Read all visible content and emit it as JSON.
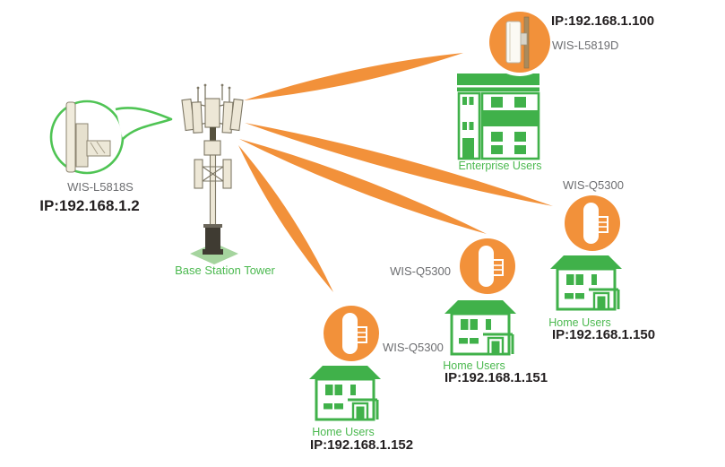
{
  "colors": {
    "beam_orange": "#F2913A",
    "circle_orange": "#F2913A",
    "building_green": "#40B14A",
    "label_green": "#4BB94F",
    "callout_green": "#4FC454",
    "gray_text": "#6D6E71",
    "black_text": "#231F20",
    "tower_cream": "#EDE7D6",
    "ground_pad_green": "#A5D49E"
  },
  "base_station": {
    "device_model": "WIS-L5818S",
    "ip": "IP:192.168.1.2",
    "tower_label": "Base Station Tower"
  },
  "nodes": [
    {
      "type": "enterprise",
      "device_model": "WIS-L5819D",
      "ip": "IP:192.168.1.100",
      "user_label": "Enterprise Users"
    },
    {
      "type": "home",
      "device_model": "WIS-Q5300",
      "ip": "IP:192.168.1.150",
      "user_label": "Home Users"
    },
    {
      "type": "home",
      "device_model": "WIS-Q5300",
      "ip": "IP:192.168.1.151",
      "user_label": "Home Users"
    },
    {
      "type": "home",
      "device_model": "WIS-Q5300",
      "ip": "IP:192.168.1.152",
      "user_label": "Home Users"
    }
  ],
  "icons": {
    "base_station_tower": "cell-tower-icon",
    "base_station_callout": "panel-antenna-side-icon",
    "enterprise_device": "panel-antenna-on-pole-icon",
    "home_device": "cpe-antenna-icon",
    "enterprise_building": "office-building-icon",
    "home_building": "house-icon",
    "links": "signal-beam"
  }
}
